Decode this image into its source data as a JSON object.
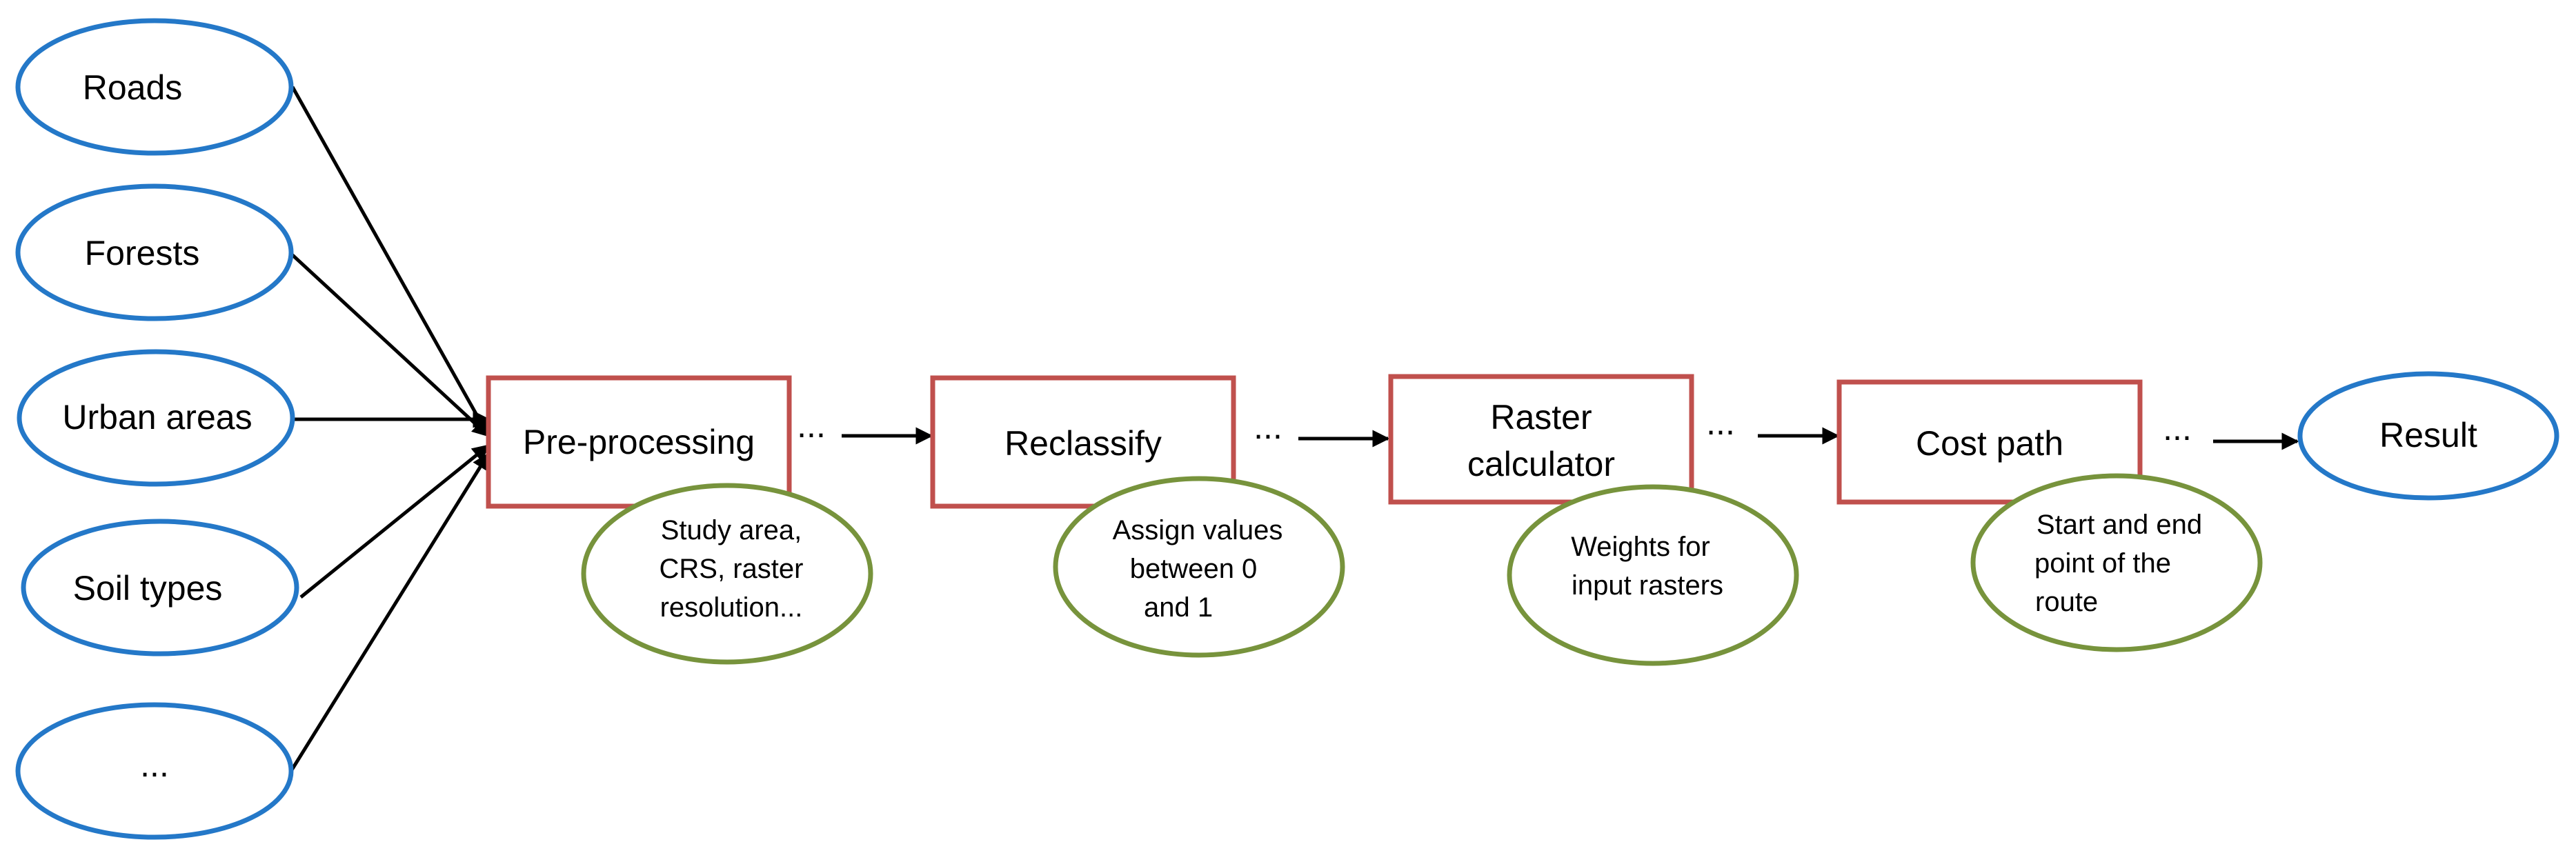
{
  "inputs": [
    {
      "label": "Roads"
    },
    {
      "label": "Forests"
    },
    {
      "label": "Urban areas"
    },
    {
      "label": "Soil types"
    },
    {
      "label": "..."
    }
  ],
  "steps": [
    {
      "label_lines": [
        "Pre-processing"
      ],
      "note_lines": [
        "Study area,",
        "CRS, raster",
        "resolution..."
      ]
    },
    {
      "label_lines": [
        "Reclassify"
      ],
      "note_lines": [
        "Assign values",
        "between 0",
        "and 1"
      ]
    },
    {
      "label_lines": [
        "Raster",
        "calculator"
      ],
      "note_lines": [
        "Weights for",
        "input rasters"
      ]
    },
    {
      "label_lines": [
        "Cost path"
      ],
      "note_lines": [
        "Start and end",
        "point of the",
        "route"
      ]
    }
  ],
  "ellipsis": "...",
  "result": {
    "label": "Result"
  },
  "colors": {
    "input_stroke": "#2478c8",
    "step_stroke": "#c0504d",
    "note_stroke": "#77933c",
    "arrow": "#000000"
  }
}
